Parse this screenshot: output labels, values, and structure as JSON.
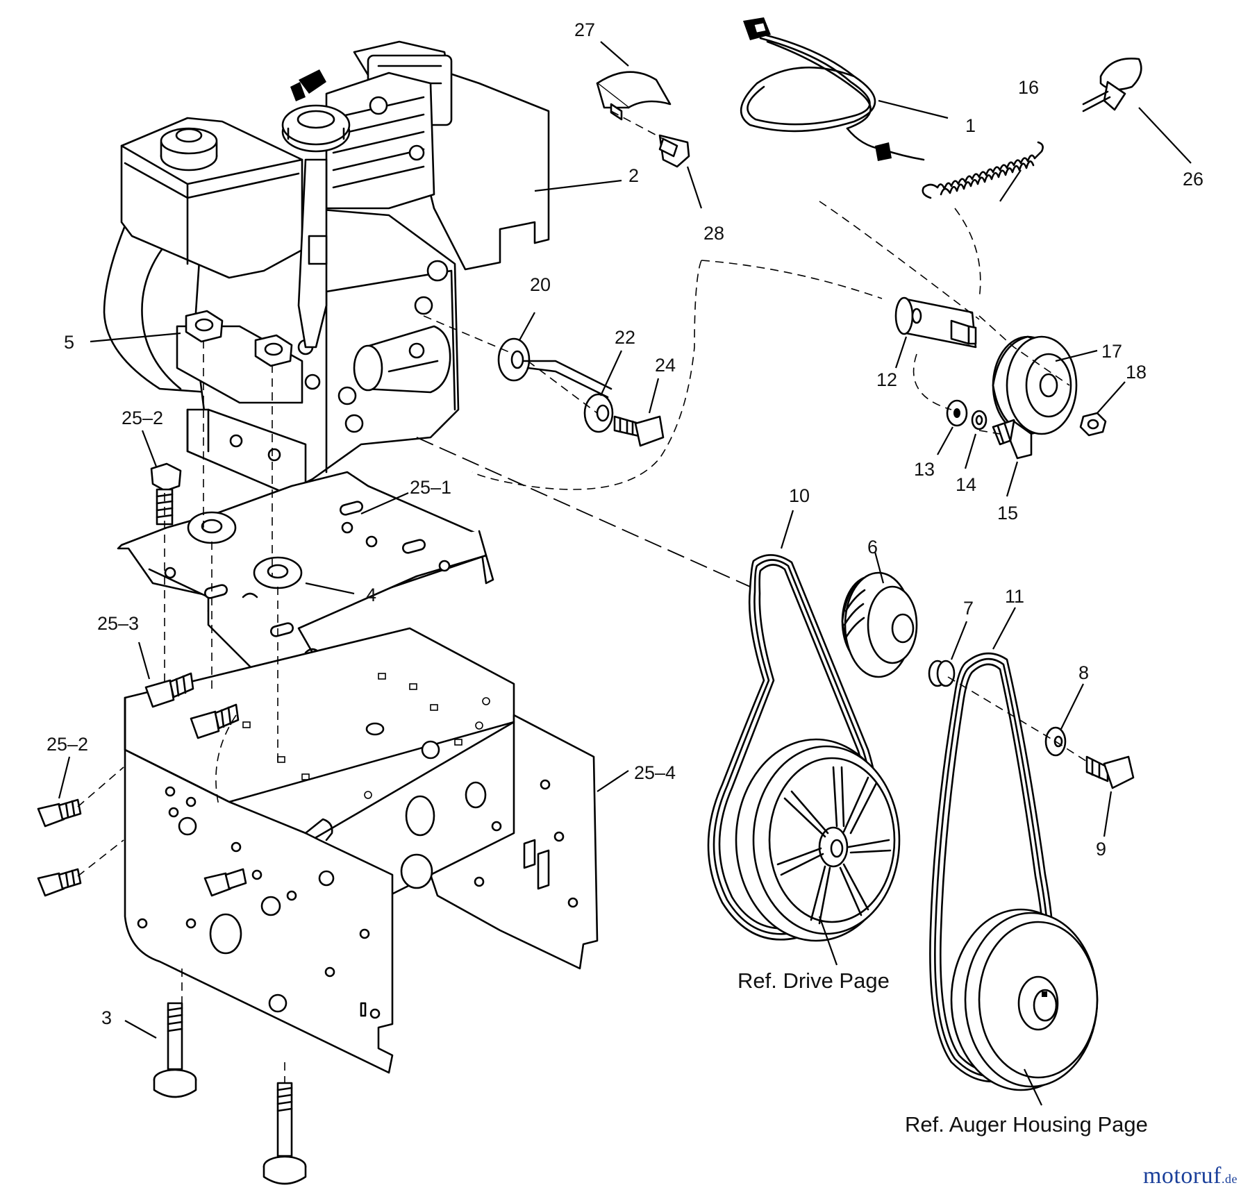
{
  "diagram": {
    "callouts": {
      "c1": "1",
      "c2": "2",
      "c3": "3",
      "c4": "4",
      "c5": "5",
      "c6": "6",
      "c7": "7",
      "c8": "8",
      "c9": "9",
      "c10": "10",
      "c11": "11",
      "c12": "12",
      "c13": "13",
      "c14": "14",
      "c15": "15",
      "c16": "16",
      "c17": "17",
      "c18": "18",
      "c20": "20",
      "c22": "22",
      "c24": "24",
      "c25_1": "25–1",
      "c25_2a": "25–2",
      "c25_2b": "25–2",
      "c25_3": "25–3",
      "c25_4": "25–4",
      "c26": "26",
      "c27": "27",
      "c28": "28"
    },
    "references": {
      "drive": "Ref. Drive Page",
      "auger": "Ref. Auger Housing Page"
    }
  },
  "watermark": {
    "main": "motoruf",
    "sub": ".de"
  }
}
